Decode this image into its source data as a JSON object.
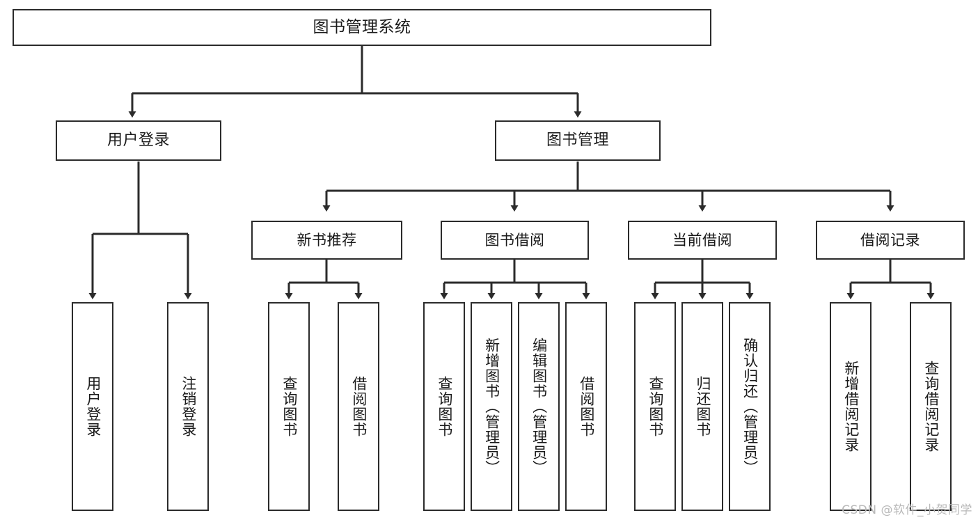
{
  "diagram": {
    "type": "tree-hierarchy-chart",
    "title": "图书管理系统",
    "watermark": "CSDN @软件_小贺同学",
    "colors": {
      "stroke": "#2b2b2b",
      "fill": "#ffffff",
      "text": "#1a1a1a",
      "watermark": "#b9b9b9"
    },
    "nodes": {
      "root": {
        "label": "图书管理系统"
      },
      "level2": [
        {
          "id": "user-login",
          "label": "用户登录"
        },
        {
          "id": "book-management",
          "label": "图书管理"
        }
      ],
      "level3": [
        {
          "id": "new-book-recommend",
          "label": "新书推荐"
        },
        {
          "id": "book-borrow",
          "label": "图书借阅"
        },
        {
          "id": "current-borrow",
          "label": "当前借阅"
        },
        {
          "id": "borrow-record",
          "label": "借阅记录"
        }
      ],
      "leaves": {
        "user_login": [
          {
            "id": "leaf-user-login",
            "label": "用户登录"
          },
          {
            "id": "leaf-user-logout",
            "label": "注销登录"
          }
        ],
        "new_book_recommend": [
          {
            "id": "leaf-query-book-1",
            "label": "查询图书"
          },
          {
            "id": "leaf-borrow-book-1",
            "label": "借阅图书"
          }
        ],
        "book_borrow": [
          {
            "id": "leaf-query-book-2",
            "label": "查询图书"
          },
          {
            "id": "leaf-add-book",
            "label": "新增图书（管理员）"
          },
          {
            "id": "leaf-edit-book",
            "label": "编辑图书（管理员）"
          },
          {
            "id": "leaf-borrow-book-2",
            "label": "借阅图书"
          }
        ],
        "current_borrow": [
          {
            "id": "leaf-query-book-3",
            "label": "查询图书"
          },
          {
            "id": "leaf-return-book",
            "label": "归还图书"
          },
          {
            "id": "leaf-confirm-return",
            "label": "确认归还（管理员）"
          }
        ],
        "borrow_record": [
          {
            "id": "leaf-add-record",
            "label": "新增借阅记录"
          },
          {
            "id": "leaf-query-record",
            "label": "查询借阅记录"
          }
        ]
      }
    }
  }
}
